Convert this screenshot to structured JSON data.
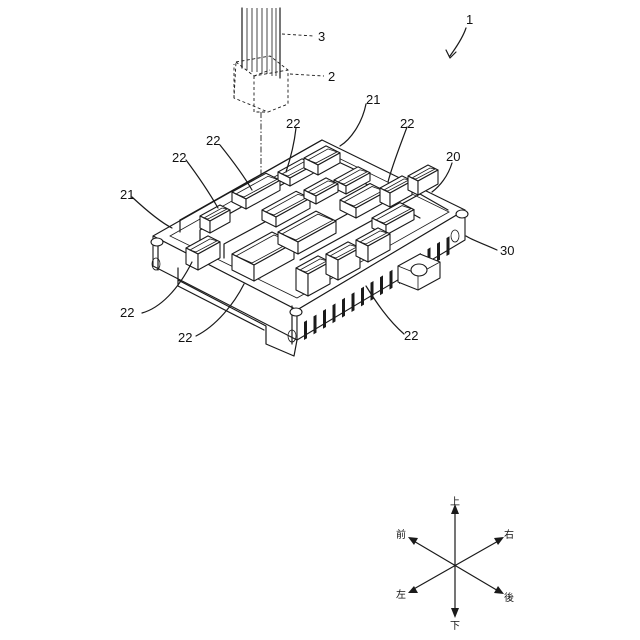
{
  "figure": {
    "labels": {
      "assembly": "1",
      "connector": "2",
      "harness": "3",
      "housing_main": "20",
      "rib_top": "21",
      "rib_left": "21",
      "socket_a": "22",
      "socket_b": "22",
      "socket_c": "22",
      "socket_d": "22",
      "socket_e": "22",
      "socket_f": "22",
      "socket_g": "22",
      "heatsink": "30"
    }
  },
  "compass": {
    "up": "上",
    "down": "下",
    "front": "前",
    "back": "後",
    "left": "左",
    "right": "右"
  }
}
